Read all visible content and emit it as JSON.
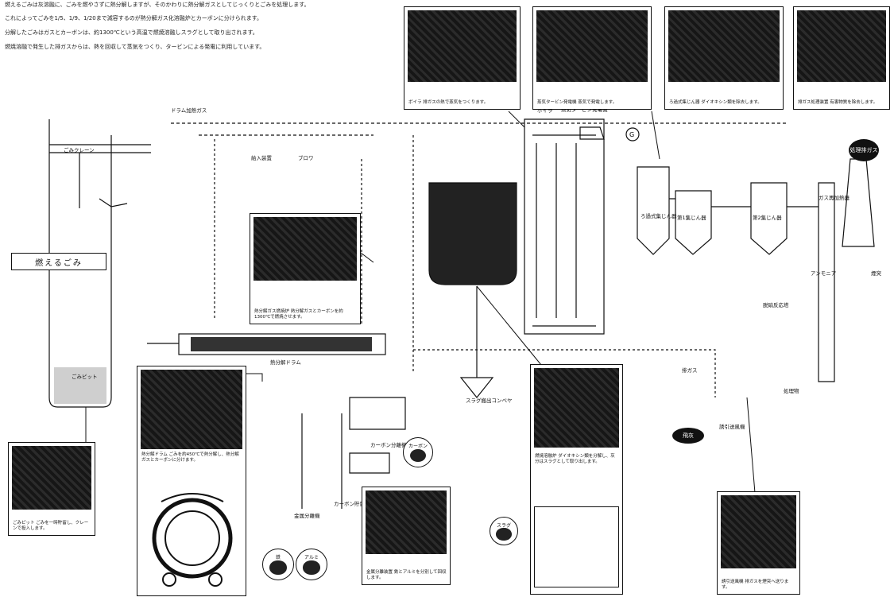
{
  "intro_lines": [
    "燃えるごみは灰溶融に、ごみを燃やさずに熱分解しますが、そのかわりに熱分解ガスとしてじっくりとごみを処理します。",
    "これによってごみを1/5、1/9、1/20まで減容するのが熱分解ガス化溶融炉とカーボンに分けられます。",
    "分解したごみはガスとカーボンは、約1300℃という高温で燃焼溶融しスラグとして取り出されます。",
    "燃焼溶融で発生した排ガスからは、熱を回収して蒸気をつくり、タービンによる発電に利用しています。"
  ],
  "banner": "燃えるごみ",
  "labels": {
    "crane": "ごみクレーン",
    "drum_gas": "ドラム加熱ガス",
    "drum_inlet": "給入装置",
    "fan": "ブロワ",
    "steam_turbine": "蒸気タービン発電機",
    "pit": "ごみピット",
    "drum": "熱分解ドラム",
    "carbon_sep": "カーボン分離機",
    "carbon_silo": "カーボン貯留槽",
    "metal_sep": "金属分離機",
    "slag_conveyor": "スラグ搬出コンベヤ",
    "boiler": "ボイラ",
    "bag_filter": "ろ過式集じん器",
    "dust1": "第1集じん器",
    "dust2": "第2集じん器",
    "gas_preheater": "ガス再加熱器",
    "ammonia": "アンモニア",
    "chimney": "煙突",
    "denox": "脱硝反応塔",
    "fly_ash": "飛灰",
    "exhaust": "排ガス",
    "main_fan": "誘引送風機",
    "treated": "処理物"
  },
  "outputs": {
    "carbon": "カーボン",
    "slag": "スラグ",
    "iron": "鉄",
    "aluminum": "アルミ",
    "clean_gas": "処理排ガス"
  },
  "photos": [
    {
      "name": "photo-pit",
      "caption": "ごみピット ごみを一時貯留し、クレーンで投入します。"
    },
    {
      "name": "photo-drum",
      "caption": "熱分解ドラム ごみを約450℃で熱分解し、熱分解ガスとカーボンに分けます。"
    },
    {
      "name": "photo-drum-gas",
      "caption": "熱分解ガス燃焼炉 熱分解ガスとカーボンを約1300℃で燃焼させます。"
    },
    {
      "name": "photo-metal",
      "caption": "金属分離装置 鉄とアルミを分別して回収します。"
    },
    {
      "name": "photo-melting",
      "caption": "燃焼溶融炉 ダイオキシン類を分解し、灰分はスラグとして取り出します。"
    },
    {
      "name": "photo-boiler",
      "caption": "ボイラ 排ガスの熱で蒸気をつくります。"
    },
    {
      "name": "photo-turbine",
      "caption": "蒸気タービン発電機 蒸気で発電します。"
    },
    {
      "name": "photo-filter",
      "caption": "ろ過式集じん器 ダイオキシン類を除去します。"
    },
    {
      "name": "photo-gas",
      "caption": "排ガス処理装置 有害物質を除去します。"
    },
    {
      "name": "photo-fan",
      "caption": "誘引送風機 排ガスを煙突へ送ります。"
    }
  ]
}
